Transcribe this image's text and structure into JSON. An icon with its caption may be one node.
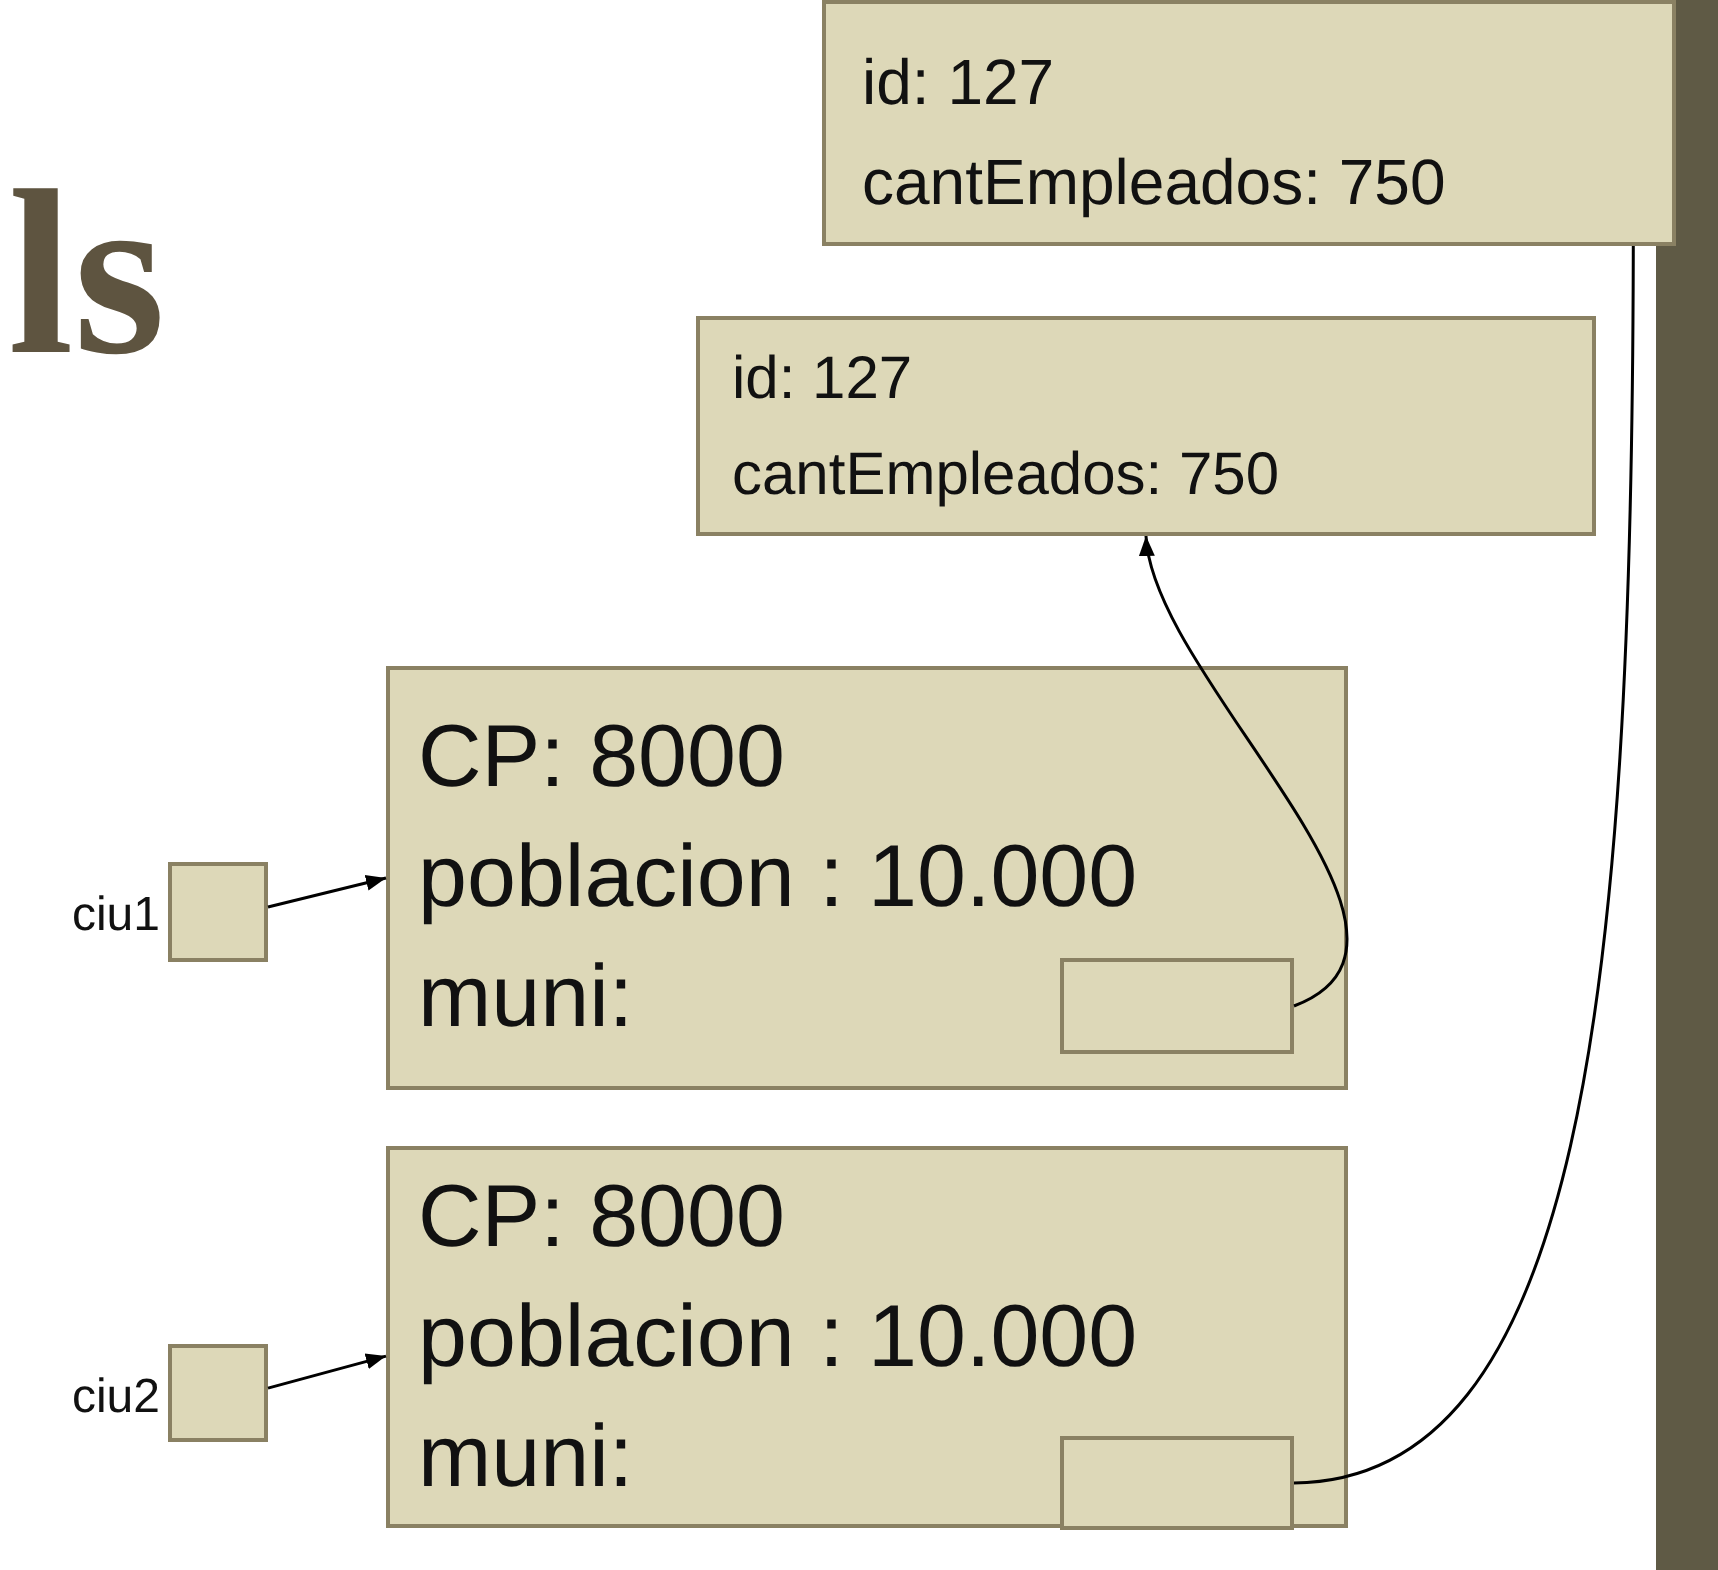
{
  "diagram": {
    "title": "ls",
    "nodes": [
      {
        "text": [
          "id: 127",
          "cantEmpleados: 750"
        ]
      },
      {
        "text": [
          "id: 127",
          "cantEmpleados: 750"
        ]
      },
      {
        "text": [
          "CP: 8000",
          "poblacion : 10.000",
          "muni:"
        ]
      },
      {
        "text": [],
        "shape": "box",
        "in": 2
      },
      {
        "text": [],
        "shape": "box",
        "beside": [
          "ciu1"
        ]
      },
      {
        "text": [
          "CP: 8000",
          "poblacion : 10.000",
          "muni:"
        ]
      },
      {
        "text": [],
        "shape": "box",
        "in": 5
      },
      {
        "text": [],
        "shape": "box",
        "beside": [
          "ciu2"
        ]
      }
    ],
    "edges": [
      {
        "from": 4,
        "to": 2,
        "arrow": "to"
      },
      {
        "from": 3,
        "to": 1,
        "arrow": "to"
      },
      {
        "from": 7,
        "to": 5,
        "arrow": "to"
      },
      {
        "from": 6,
        "to": 0,
        "arrow": "none"
      }
    ]
  }
}
